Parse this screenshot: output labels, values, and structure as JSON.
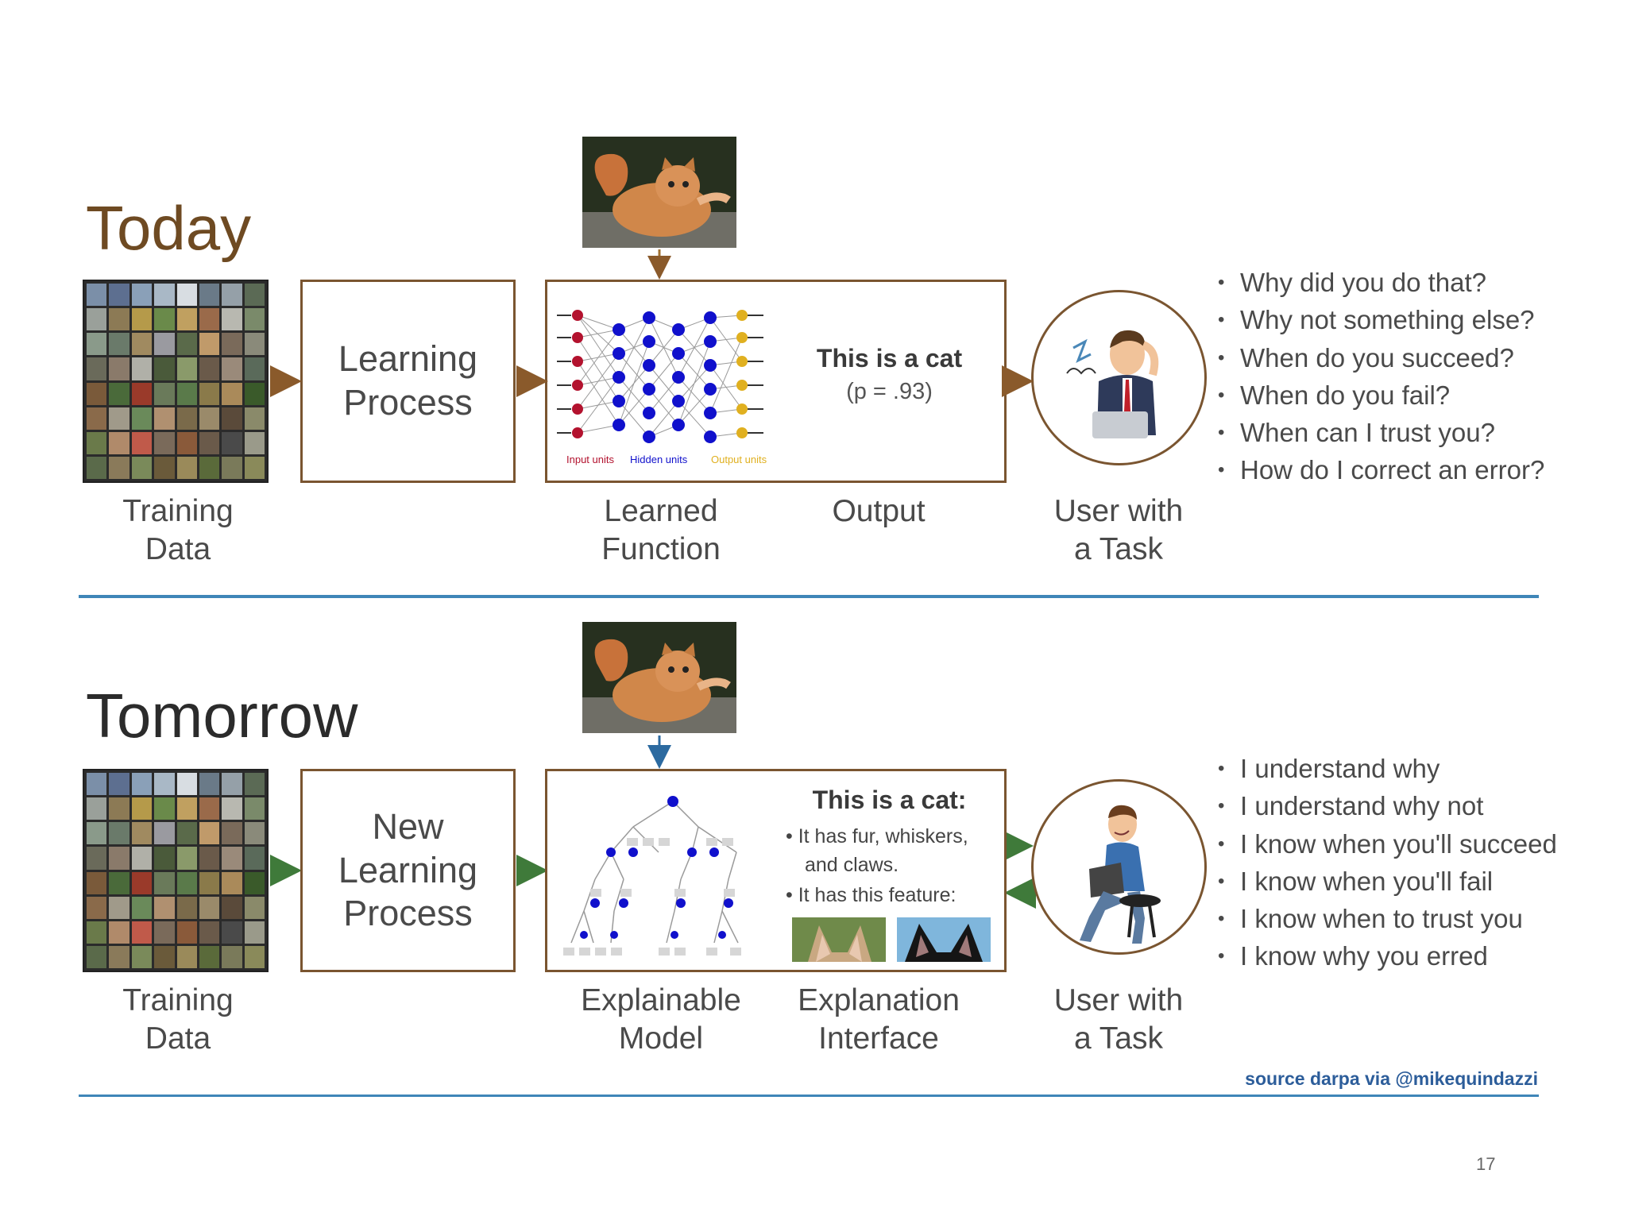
{
  "today": {
    "heading": "Today",
    "training_caption_1": "Training",
    "training_caption_2": "Data",
    "learning_box_1": "Learning",
    "learning_box_2": "Process",
    "nn_input_label": "Input units",
    "nn_hidden_label": "Hidden units",
    "nn_output_label": "Output units",
    "learned_caption_1": "Learned",
    "learned_caption_2": "Function",
    "output_text": "This is a cat",
    "output_prob": "(p = .93)",
    "output_caption": "Output",
    "user_caption_1": "User with",
    "user_caption_2": "a Task",
    "questions": [
      "Why did you do that?",
      "Why not something else?",
      "When do you succeed?",
      "When do you fail?",
      "When can I trust you?",
      "How do I correct an error?"
    ]
  },
  "tomorrow": {
    "heading": "Tomorrow",
    "training_caption_1": "Training",
    "training_caption_2": "Data",
    "learning_box_1": "New",
    "learning_box_2": "Learning",
    "learning_box_3": "Process",
    "model_caption_1": "Explainable",
    "model_caption_2": "Model",
    "explain_title": "This is a cat:",
    "explain_bullet_1a": "It has fur, whiskers,",
    "explain_bullet_1b": "and claws.",
    "explain_bullet_2": "It has this feature:",
    "interface_caption_1": "Explanation",
    "interface_caption_2": "Interface",
    "user_caption_1": "User with",
    "user_caption_2": "a Task",
    "statements": [
      "I understand why",
      "I understand why not",
      "I know when you'll succeed",
      "I know when you'll fail",
      "I know when to trust you",
      "I know why you erred"
    ]
  },
  "source": "source darpa via @mikequindazzi",
  "page_number": "17",
  "colors": {
    "today_heading": "#6e4a22",
    "tomorrow_heading": "#2b2b2b",
    "box_border": "#7a5530",
    "arrow_today": "#8a5a2b",
    "arrow_tomorrow": "#3f7a3a",
    "divider": "#3f86b8",
    "source": "#2c5d9a",
    "node_blue": "#1010cc",
    "node_red": "#b3122e",
    "node_yellow": "#e0b020"
  }
}
